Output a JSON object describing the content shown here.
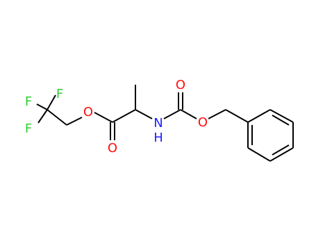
{
  "molecule": {
    "atoms": {
      "fluorine_top": "F",
      "fluorine_left_top": "F",
      "fluorine_left_bottom": "F",
      "ester_oxygen": "O",
      "ester_carbonyl_oxygen": "O",
      "amide_nitrogen": "N",
      "amide_hydrogen": "H",
      "carbamate_carbonyl_oxygen": "O",
      "carbamate_ether_oxygen": "O"
    },
    "colors": {
      "bond": "#000000",
      "fluorine": "#33cc33",
      "oxygen": "#ff0d0d",
      "nitrogen": "#2020ff"
    }
  }
}
